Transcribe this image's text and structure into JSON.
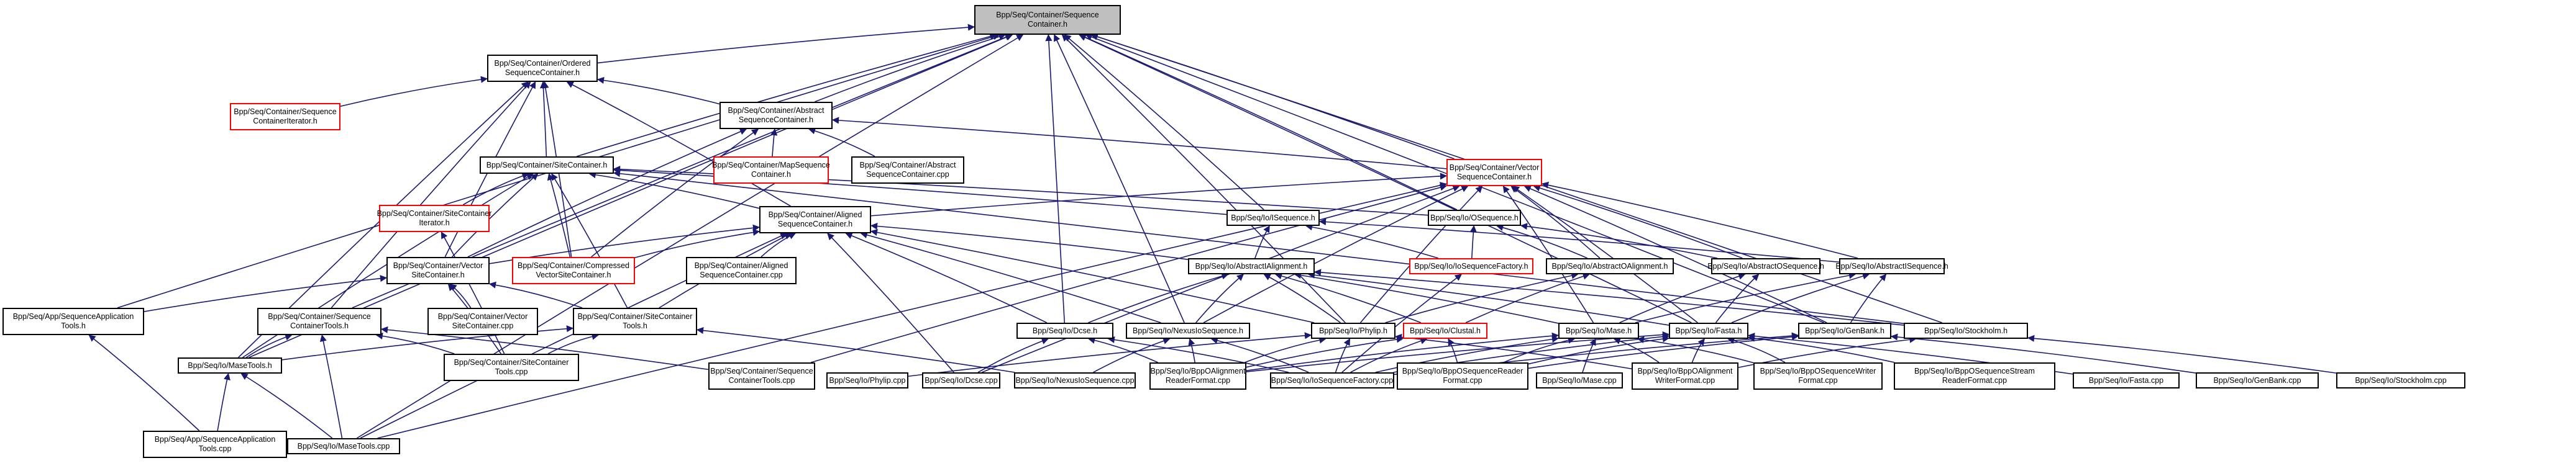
{
  "graph": {
    "title": "Bpp/Seq/Container/SequenceContainer.h include dependency graph",
    "edge_color": "#191970",
    "nodes": [
      {
        "id": "root",
        "label": "Bpp/Seq/Container/Sequence\nContainer.h",
        "style": "root"
      },
      {
        "id": "ordered",
        "label": "Bpp/Seq/Container/Ordered\nSequenceContainer.h",
        "style": "normal"
      },
      {
        "id": "seqiter",
        "label": "Bpp/Seq/Container/Sequence\nContainerIterator.h",
        "style": "red"
      },
      {
        "id": "abstractsc",
        "label": "Bpp/Seq/Container/Abstract\nSequenceContainer.h",
        "style": "normal"
      },
      {
        "id": "mapsc",
        "label": "Bpp/Seq/Container/MapSequence\nContainer.h",
        "style": "red"
      },
      {
        "id": "abstractsccpp",
        "label": "Bpp/Seq/Container/Abstract\nSequenceContainer.cpp",
        "style": "normal"
      },
      {
        "id": "vectorsc",
        "label": "Bpp/Seq/Container/Vector\nSequenceContainer.h",
        "style": "red"
      },
      {
        "id": "sitecont",
        "label": "Bpp/Seq/Container/SiteContainer.h",
        "style": "normal"
      },
      {
        "id": "siteiter",
        "label": "Bpp/Seq/Container/SiteContainer\nIterator.h",
        "style": "red"
      },
      {
        "id": "aligned",
        "label": "Bpp/Seq/Container/Aligned\nSequenceContainer.h",
        "style": "normal"
      },
      {
        "id": "isequence",
        "label": "Bpp/Seq/Io/ISequence.h",
        "style": "normal"
      },
      {
        "id": "osequence",
        "label": "Bpp/Seq/Io/OSequence.h",
        "style": "normal"
      },
      {
        "id": "vectorsite",
        "label": "Bpp/Seq/Container/Vector\nSiteContainer.h",
        "style": "normal"
      },
      {
        "id": "compressed",
        "label": "Bpp/Seq/Container/Compressed\nVectorSiteContainer.h",
        "style": "red"
      },
      {
        "id": "alignedcpp",
        "label": "Bpp/Seq/Container/Aligned\nSequenceContainer.cpp",
        "style": "normal"
      },
      {
        "id": "abstractialign",
        "label": "Bpp/Seq/Io/AbstractIAlignment.h",
        "style": "normal"
      },
      {
        "id": "iofactory",
        "label": "Bpp/Seq/Io/IoSequenceFactory.h",
        "style": "red"
      },
      {
        "id": "abstractoalign",
        "label": "Bpp/Seq/Io/AbstractOAlignment.h",
        "style": "normal"
      },
      {
        "id": "abstractoseq",
        "label": "Bpp/Seq/Io/AbstractOSequence.h",
        "style": "normal"
      },
      {
        "id": "abstractiseq",
        "label": "Bpp/Seq/Io/AbstractISequence.h",
        "style": "normal"
      },
      {
        "id": "seqapptools",
        "label": "Bpp/Seq/App/SequenceApplication\nTools.h",
        "style": "normal"
      },
      {
        "id": "sctools",
        "label": "Bpp/Seq/Container/Sequence\nContainerTools.h",
        "style": "normal"
      },
      {
        "id": "vectorsitecpp",
        "label": "Bpp/Seq/Container/Vector\nSiteContainer.cpp",
        "style": "normal"
      },
      {
        "id": "sitetools",
        "label": "Bpp/Seq/Container/SiteContainer\nTools.h",
        "style": "normal"
      },
      {
        "id": "dcseh",
        "label": "Bpp/Seq/Io/Dcse.h",
        "style": "normal"
      },
      {
        "id": "nexush",
        "label": "Bpp/Seq/Io/NexusIoSequence.h",
        "style": "normal"
      },
      {
        "id": "phyliph",
        "label": "Bpp/Seq/Io/Phylip.h",
        "style": "normal"
      },
      {
        "id": "clustalh",
        "label": "Bpp/Seq/Io/Clustal.h",
        "style": "red"
      },
      {
        "id": "maseh",
        "label": "Bpp/Seq/Io/Mase.h",
        "style": "normal"
      },
      {
        "id": "fastah",
        "label": "Bpp/Seq/Io/Fasta.h",
        "style": "normal"
      },
      {
        "id": "genbankh",
        "label": "Bpp/Seq/Io/GenBank.h",
        "style": "normal"
      },
      {
        "id": "stockholmh",
        "label": "Bpp/Seq/Io/Stockholm.h",
        "style": "normal"
      },
      {
        "id": "masetoolsh",
        "label": "Bpp/Seq/Io/MaseTools.h",
        "style": "normal"
      },
      {
        "id": "sitetoolscpp",
        "label": "Bpp/Seq/Container/SiteContainer\nTools.cpp",
        "style": "normal"
      },
      {
        "id": "sctoolscpp",
        "label": "Bpp/Seq/Container/Sequence\nContainerTools.cpp",
        "style": "normal"
      },
      {
        "id": "phylipcpp",
        "label": "Bpp/Seq/Io/Phylip.cpp",
        "style": "normal"
      },
      {
        "id": "dcsecpp",
        "label": "Bpp/Seq/Io/Dcse.cpp",
        "style": "normal"
      },
      {
        "id": "nexuscpp",
        "label": "Bpp/Seq/Io/NexusIoSequence.cpp",
        "style": "normal"
      },
      {
        "id": "oalignreader",
        "label": "Bpp/Seq/Io/BppOAlignment\nReaderFormat.cpp",
        "style": "normal"
      },
      {
        "id": "iofactorycpp",
        "label": "Bpp/Seq/Io/IoSequenceFactory.cpp",
        "style": "normal"
      },
      {
        "id": "oseqreader",
        "label": "Bpp/Seq/Io/BppOSequenceReader\nFormat.cpp",
        "style": "normal"
      },
      {
        "id": "masecpp",
        "label": "Bpp/Seq/Io/Mase.cpp",
        "style": "normal"
      },
      {
        "id": "oalignwriter",
        "label": "Bpp/Seq/Io/BppOAlignment\nWriterFormat.cpp",
        "style": "normal"
      },
      {
        "id": "oseqwriter",
        "label": "Bpp/Seq/Io/BppOSequenceWriter\nFormat.cpp",
        "style": "normal"
      },
      {
        "id": "oseqstream",
        "label": "Bpp/Seq/Io/BppOSequenceStream\nReaderFormat.cpp",
        "style": "normal"
      },
      {
        "id": "fastacpp",
        "label": "Bpp/Seq/Io/Fasta.cpp",
        "style": "normal"
      },
      {
        "id": "genbankcpp",
        "label": "Bpp/Seq/Io/GenBank.cpp",
        "style": "normal"
      },
      {
        "id": "stockholmcpp",
        "label": "Bpp/Seq/Io/Stockholm.cpp",
        "style": "normal"
      },
      {
        "id": "seqapptoolscpp",
        "label": "Bpp/Seq/App/SequenceApplication\nTools.cpp",
        "style": "normal"
      },
      {
        "id": "masetoolscpp",
        "label": "Bpp/Seq/Io/MaseTools.cpp",
        "style": "normal"
      }
    ],
    "edges": [
      [
        "ordered",
        "root"
      ],
      [
        "abstractsc",
        "root"
      ],
      [
        "vectorsc",
        "root"
      ],
      [
        "sitecont",
        "root"
      ],
      [
        "isequence",
        "root"
      ],
      [
        "osequence",
        "root"
      ],
      [
        "seqapptools",
        "root"
      ],
      [
        "sctools",
        "root"
      ],
      [
        "masetoolsh",
        "root"
      ],
      [
        "dcseh",
        "root"
      ],
      [
        "nexush",
        "root"
      ],
      [
        "phyliph",
        "root"
      ],
      [
        "fastah",
        "root"
      ],
      [
        "genbankh",
        "root"
      ],
      [
        "stockholmh",
        "root"
      ],
      [
        "masetoolscpp",
        "root"
      ],
      [
        "seqiter",
        "ordered"
      ],
      [
        "abstractsc",
        "ordered"
      ],
      [
        "sitecont",
        "ordered"
      ],
      [
        "aligned",
        "ordered"
      ],
      [
        "vectorsite",
        "ordered"
      ],
      [
        "compressed",
        "ordered"
      ],
      [
        "sctools",
        "ordered"
      ],
      [
        "masetoolsh",
        "ordered"
      ],
      [
        "mapsc",
        "abstractsc"
      ],
      [
        "abstractsccpp",
        "abstractsc"
      ],
      [
        "vectorsc",
        "abstractsc"
      ],
      [
        "vectorsite",
        "abstractsc"
      ],
      [
        "compressed",
        "abstractsc"
      ],
      [
        "siteiter",
        "sitecont"
      ],
      [
        "aligned",
        "sitecont"
      ],
      [
        "vectorsite",
        "sitecont"
      ],
      [
        "compressed",
        "sitecont"
      ],
      [
        "sitetools",
        "sitecont"
      ],
      [
        "masetoolsh",
        "sitecont"
      ],
      [
        "isequence",
        "sitecont"
      ],
      [
        "osequence",
        "sitecont"
      ],
      [
        "stockholmh",
        "sitecont"
      ],
      [
        "vectorsite",
        "aligned"
      ],
      [
        "compressed",
        "aligned"
      ],
      [
        "alignedcpp",
        "aligned"
      ],
      [
        "sitetools",
        "aligned"
      ],
      [
        "abstractialign",
        "aligned"
      ],
      [
        "dcseh",
        "aligned"
      ],
      [
        "nexush",
        "aligned"
      ],
      [
        "phyliph",
        "aligned"
      ],
      [
        "masetoolscpp",
        "aligned"
      ],
      [
        "dcsecpp",
        "aligned"
      ],
      [
        "aligned",
        "vectorsc"
      ],
      [
        "abstractoalign",
        "vectorsc"
      ],
      [
        "abstractoseq",
        "vectorsc"
      ],
      [
        "abstractiseq",
        "vectorsc"
      ],
      [
        "maseh",
        "vectorsc"
      ],
      [
        "fastah",
        "vectorsc"
      ],
      [
        "genbankh",
        "vectorsc"
      ],
      [
        "phyliph",
        "vectorsc"
      ],
      [
        "nexush",
        "vectorsc"
      ],
      [
        "sctoolscpp",
        "vectorsc"
      ],
      [
        "dcsecpp",
        "vectorsc"
      ],
      [
        "masetoolscpp",
        "vectorsc"
      ],
      [
        "abstractialign",
        "isequence"
      ],
      [
        "iofactory",
        "isequence"
      ],
      [
        "abstractiseq",
        "isequence"
      ],
      [
        "iofactory",
        "osequence"
      ],
      [
        "abstractoalign",
        "osequence"
      ],
      [
        "abstractoseq",
        "osequence"
      ],
      [
        "dcseh",
        "abstractialign"
      ],
      [
        "nexush",
        "abstractialign"
      ],
      [
        "phyliph",
        "abstractialign"
      ],
      [
        "clustalh",
        "abstractialign"
      ],
      [
        "maseh",
        "abstractialign"
      ],
      [
        "fastah",
        "abstractialign"
      ],
      [
        "stockholmh",
        "abstractialign"
      ],
      [
        "iofactorycpp",
        "iofactory"
      ],
      [
        "phyliph",
        "abstractoalign"
      ],
      [
        "clustalh",
        "abstractoalign"
      ],
      [
        "maseh",
        "abstractoseq"
      ],
      [
        "fastah",
        "abstractoseq"
      ],
      [
        "maseh",
        "abstractiseq"
      ],
      [
        "fastah",
        "abstractiseq"
      ],
      [
        "genbankh",
        "abstractiseq"
      ],
      [
        "seqapptools",
        "vectorsite"
      ],
      [
        "vectorsitecpp",
        "vectorsite"
      ],
      [
        "sitetools",
        "vectorsite"
      ],
      [
        "sitetoolscpp",
        "vectorsite"
      ],
      [
        "sitetoolscpp",
        "siteiter"
      ],
      [
        "seqapptoolscpp",
        "seqapptools"
      ],
      [
        "masetoolsh",
        "sctools"
      ],
      [
        "masetoolscpp",
        "sctools"
      ],
      [
        "sitetoolscpp",
        "sctools"
      ],
      [
        "sctoolscpp",
        "sctools"
      ],
      [
        "masetoolsh",
        "sitetools"
      ],
      [
        "sitetoolscpp",
        "sitetools"
      ],
      [
        "nexuscpp",
        "sitetools"
      ],
      [
        "seqapptoolscpp",
        "masetoolsh"
      ],
      [
        "masetoolscpp",
        "masetoolsh"
      ],
      [
        "dcsecpp",
        "dcseh"
      ],
      [
        "iofactorycpp",
        "dcseh"
      ],
      [
        "oalignreader",
        "dcseh"
      ],
      [
        "nexuscpp",
        "nexush"
      ],
      [
        "oalignreader",
        "nexush"
      ],
      [
        "iofactorycpp",
        "nexush"
      ],
      [
        "phylipcpp",
        "phyliph"
      ],
      [
        "iofactorycpp",
        "phyliph"
      ],
      [
        "oalignreader",
        "phyliph"
      ],
      [
        "oalignwriter",
        "phyliph"
      ],
      [
        "iofactorycpp",
        "clustalh"
      ],
      [
        "oalignreader",
        "clustalh"
      ],
      [
        "oseqreader",
        "clustalh"
      ],
      [
        "masecpp",
        "maseh"
      ],
      [
        "iofactorycpp",
        "maseh"
      ],
      [
        "oalignreader",
        "maseh"
      ],
      [
        "oseqreader",
        "maseh"
      ],
      [
        "oalignwriter",
        "maseh"
      ],
      [
        "oseqwriter",
        "maseh"
      ],
      [
        "fastacpp",
        "fastah"
      ],
      [
        "iofactorycpp",
        "fastah"
      ],
      [
        "oalignreader",
        "fastah"
      ],
      [
        "oseqreader",
        "fastah"
      ],
      [
        "oalignwriter",
        "fastah"
      ],
      [
        "oseqwriter",
        "fastah"
      ],
      [
        "oseqstream",
        "fastah"
      ],
      [
        "genbankcpp",
        "genbankh"
      ],
      [
        "iofactorycpp",
        "genbankh"
      ],
      [
        "oseqreader",
        "genbankh"
      ],
      [
        "stockholmcpp",
        "stockholmh"
      ],
      [
        "oalignwriter",
        "stockholmh"
      ]
    ]
  }
}
